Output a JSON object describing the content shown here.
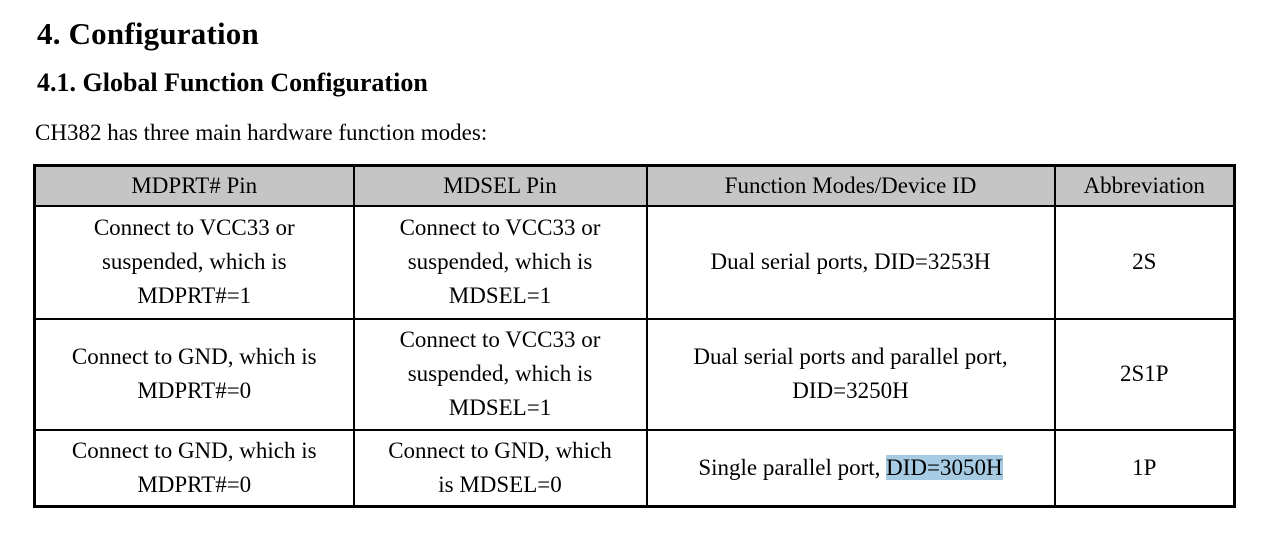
{
  "doc": {
    "section_heading": "4. Configuration",
    "subsection_heading": "4.1. Global Function Configuration",
    "intro": "CH382 has three main hardware function modes:"
  },
  "table": {
    "headers": [
      "MDPRT# Pin",
      "MDSEL Pin",
      "Function Modes/Device ID",
      "Abbreviation"
    ],
    "rows": [
      {
        "mdprt": [
          "Connect to VCC33 or",
          "suspended, which is",
          "MDPRT#=1"
        ],
        "mdsel": [
          "Connect to VCC33 or",
          "suspended, which is",
          "MDSEL=1"
        ],
        "function": [
          "Dual serial ports, DID=3253H"
        ],
        "abbr": "2S"
      },
      {
        "mdprt": [
          "Connect to GND, which is",
          "MDPRT#=0"
        ],
        "mdsel": [
          "Connect to VCC33 or",
          "suspended, which is",
          "MDSEL=1"
        ],
        "function": [
          "Dual serial ports and parallel port,",
          "DID=3250H"
        ],
        "abbr": "2S1P"
      },
      {
        "mdprt": [
          "Connect to GND, which is",
          "MDPRT#=0"
        ],
        "mdsel": [
          "Connect to GND, which",
          "is MDSEL=0"
        ],
        "function_prefix": "Single parallel port, ",
        "function_highlight": "DID=3050H",
        "abbr": "1P"
      }
    ]
  },
  "colors": {
    "header-bg": "#c5c5c5",
    "highlight-bg": "#a6cbe3",
    "border": "#000000",
    "text": "#000000"
  }
}
